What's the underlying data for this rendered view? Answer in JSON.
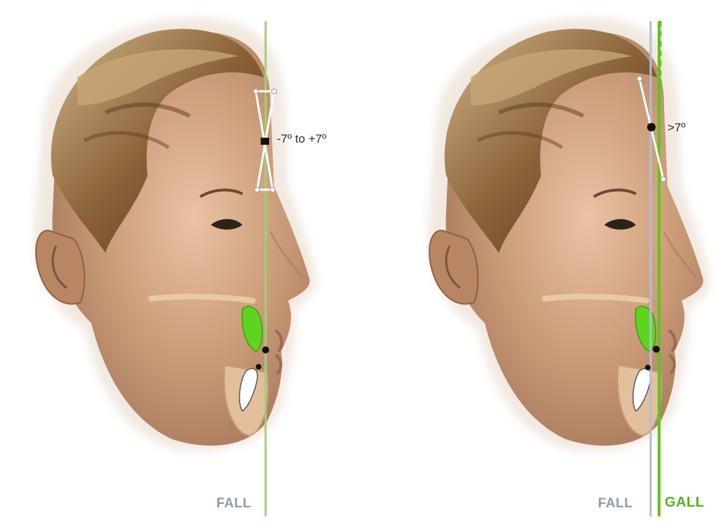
{
  "panels": [
    {
      "id": "left",
      "angle_label": "-7º to +7º",
      "line_labels": [
        "FALL"
      ]
    },
    {
      "id": "right",
      "angle_label": ">7º",
      "line_labels": [
        "FALL",
        "GALL"
      ]
    }
  ],
  "colors": {
    "fall_line": "#9fcf7a",
    "fall_line_blue": "#aebfd8",
    "gall_line": "#62c21e",
    "fall_text": "#8e9aa8",
    "gall_text": "#4fb31b",
    "incisor_green": "#5fd41f",
    "skin": "#c99a78",
    "hair": "#6e4d2a"
  }
}
